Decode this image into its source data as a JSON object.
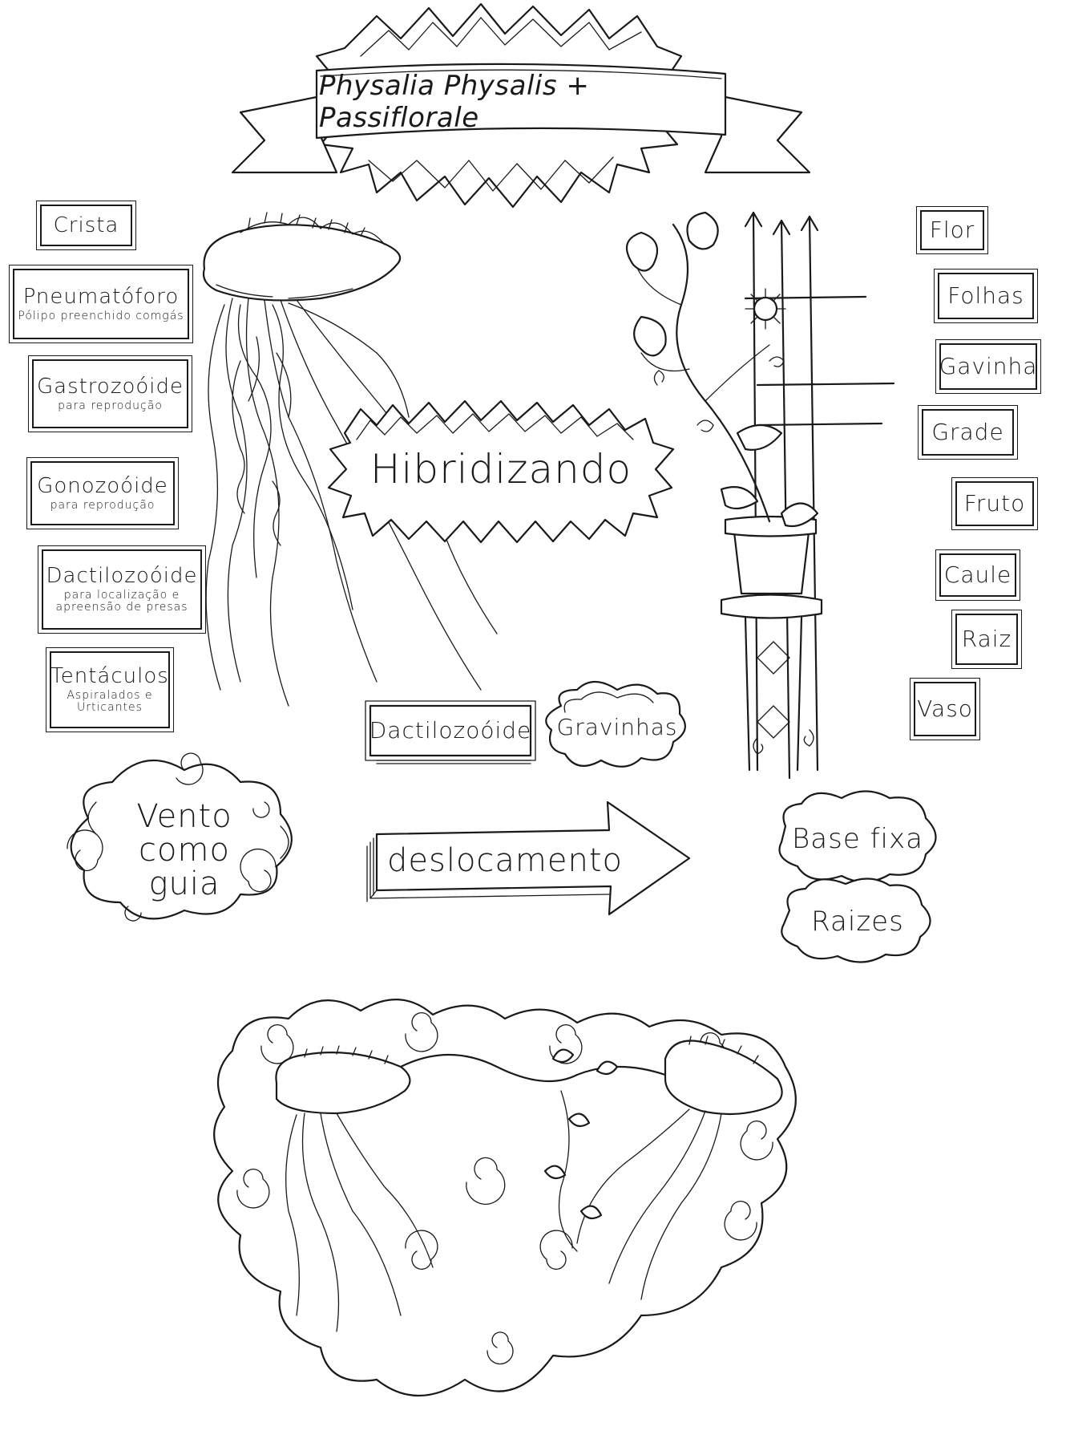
{
  "title": "Physalia Physalis + Passiflorale",
  "center_label": "Hibridizando",
  "left_labels": [
    {
      "main": "Crista",
      "sub": ""
    },
    {
      "main": "Pneumatóforo",
      "sub": "Pólipo preenchido comgás"
    },
    {
      "main": "Gastrozoóide",
      "sub": "para reprodução"
    },
    {
      "main": "Gonozoóide",
      "sub": "para reprodução"
    },
    {
      "main": "Dactilozoóide",
      "sub": "para localização e apreensão de presas"
    },
    {
      "main": "Tentáculos",
      "sub": "Aspiralados e Urticantes"
    }
  ],
  "right_labels": [
    "Flor",
    "Folhas",
    "Gavinha",
    "Grade",
    "Fruto",
    "Caule",
    "Raiz",
    "Vaso"
  ],
  "middle_labels": {
    "dactilozoide": "Dactilozoóide",
    "gravinhas": "Gravinhas"
  },
  "wind_cloud": {
    "line1": "Vento como",
    "line2": "guia"
  },
  "arrow_label": "deslocamento",
  "right_clouds": {
    "base": "Base fixa",
    "roots": "Raizes"
  },
  "icons": [
    "jellyfish-illustration",
    "passionflower-plant-illustration",
    "hybrid-illustration",
    "swirl-icon"
  ]
}
